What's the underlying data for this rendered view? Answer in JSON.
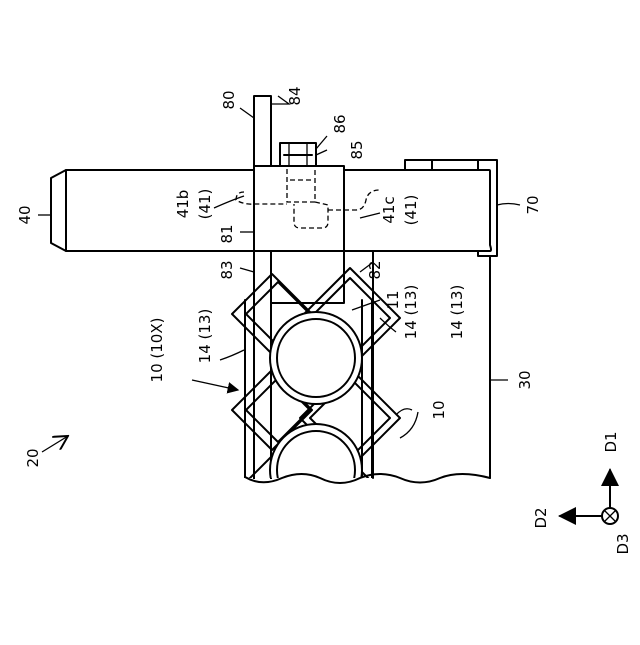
{
  "figure": {
    "labels": {
      "l80": "80",
      "l84": "84",
      "l86": "86",
      "l85": "85",
      "l40": "40",
      "l41b": "41b",
      "l41b_sub": "(41)",
      "l81": "81",
      "l41c": "41c",
      "l41c_sub": "(41)",
      "l70": "70",
      "l83": "83",
      "l82": "82",
      "l11": "11",
      "l14_13_left": "14 (13)",
      "l14_13_right": "14 (13)",
      "l10_10X": "10 (10X)",
      "l14_13_mid": "14 (13)",
      "l30": "30",
      "l10": "10",
      "l20": "20",
      "lD1": "D1",
      "lD2": "D2",
      "lD3": "D3"
    }
  }
}
